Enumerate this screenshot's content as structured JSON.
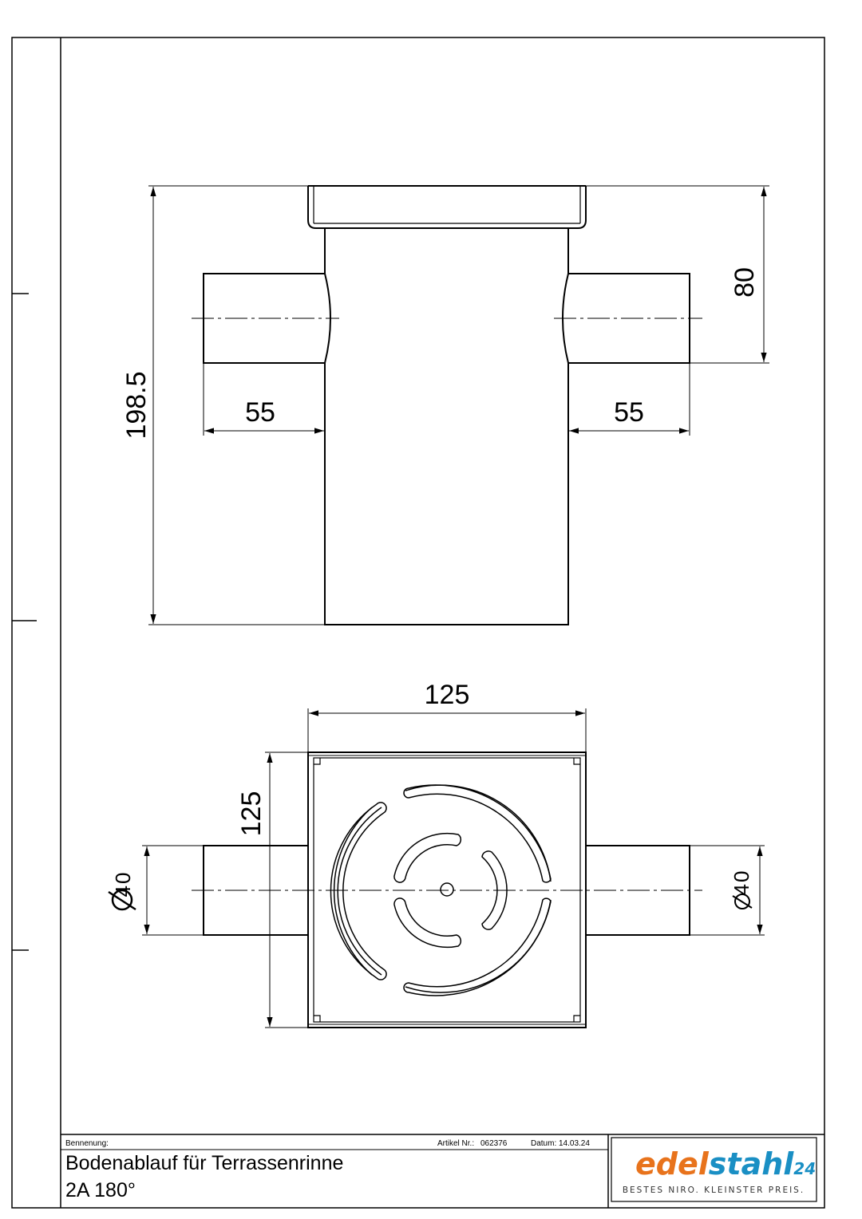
{
  "drawing": {
    "side_view": {
      "height_dim": "198.5",
      "outlet_height_dim": "80",
      "left_outlet_length_dim": "55",
      "right_outlet_length_dim": "55"
    },
    "top_view": {
      "width_dim": "125",
      "height_dim": "125",
      "left_outlet_diameter": "40",
      "right_outlet_diameter": "40"
    }
  },
  "title_block": {
    "name_label": "Bennenung:",
    "article_label": "Artikel Nr.:",
    "article_number": "062376",
    "date_label": "Datum:",
    "date": "14.03.24",
    "title_line1": "Bodenablauf für Terrassenrinne",
    "title_line2": "2A 180°"
  },
  "logo": {
    "part1": "edel",
    "part2": "stahl",
    "part3": "24",
    "tagline": "BESTES NIRO. KLEINSTER PREIS.",
    "color_orange": "#e8731c",
    "color_blue": "#1a8fc4"
  }
}
